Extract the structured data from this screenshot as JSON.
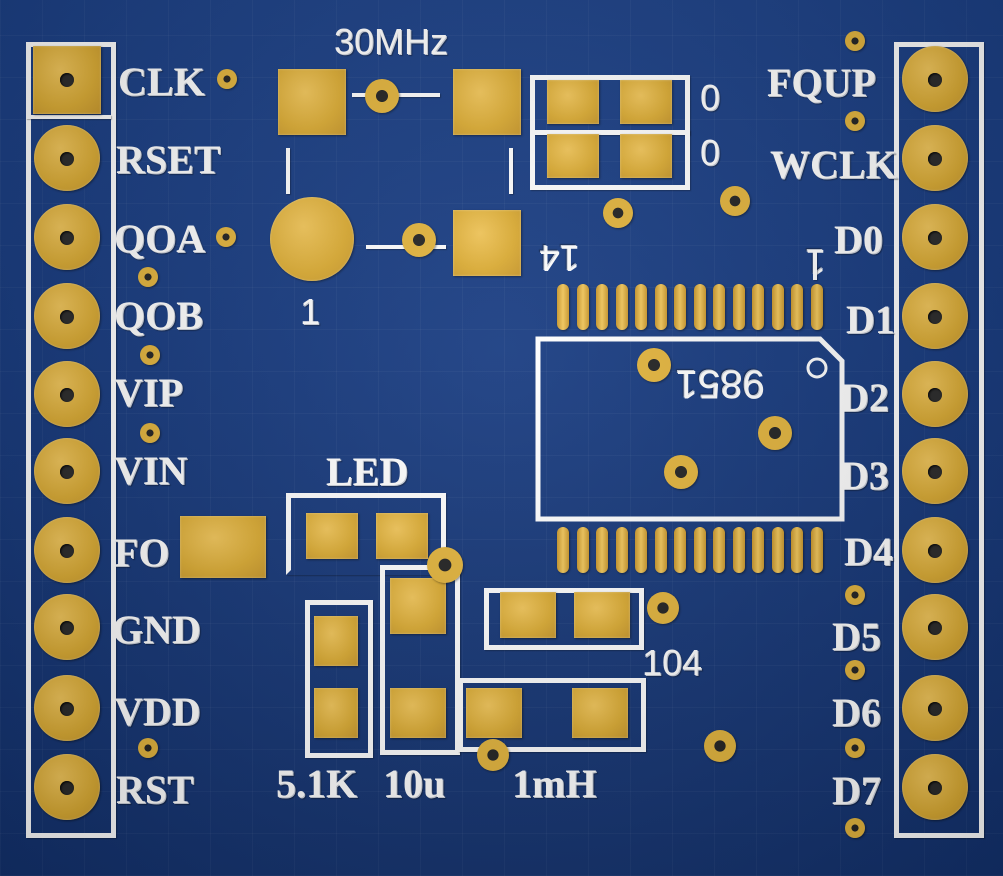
{
  "board": {
    "left_header": {
      "labels": [
        "CLK",
        "RSET",
        "QOA",
        "QOB",
        "VIP",
        "VIN",
        "FO",
        "GND",
        "VDD",
        "RST"
      ]
    },
    "right_header": {
      "labels": [
        "FQUP",
        "WCLK",
        "D0",
        "D1",
        "D2",
        "D3",
        "D4",
        "D5",
        "D6",
        "D7"
      ]
    },
    "crystal": {
      "label": "30MHz",
      "pin_marker": "1"
    },
    "resistor_top": {
      "label": "0"
    },
    "resistor_bottom": {
      "label": "0"
    },
    "ic": {
      "label": "9851",
      "pin14_marker": "14",
      "pin1_marker": "1"
    },
    "led": {
      "label": "LED"
    },
    "capacitor_104": {
      "label": "104"
    },
    "resistor_5k1": {
      "label": "5.1K"
    },
    "capacitor_10u": {
      "label": "10u"
    },
    "inductor_1mh": {
      "label": "1mH"
    },
    "colors": {
      "board": "#163a80",
      "silkscreen": "#ffffff",
      "copper": "#e0b03a",
      "drill": "#222222"
    }
  }
}
